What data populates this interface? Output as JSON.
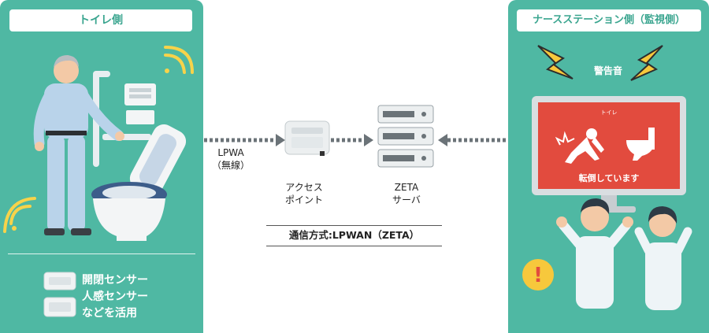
{
  "left_panel": {
    "title": "トイレ側",
    "sensors": [
      "開閉センサー",
      "人感センサー",
      "などを活用"
    ]
  },
  "right_panel": {
    "title": "ナースステーション側（監視側）",
    "alarm_label": "警告音",
    "monitor_header": "トイレ",
    "monitor_message": "転倒しています",
    "warning_symbol": "!"
  },
  "network": {
    "lpwa_label": "LPWA",
    "lpwa_sub": "（無線）",
    "access_point_line1": "アクセス",
    "access_point_line2": "ポイント",
    "server_line1": "ZETA",
    "server_line2": "サーバ",
    "comm_method": "通信方式:LPWAN（ZETA）"
  },
  "colors": {
    "panel_teal": "#4fb8a3",
    "alert_red": "#e24b3e",
    "alarm_yellow": "#f7c83c",
    "arrow_gray": "#6b7378"
  }
}
